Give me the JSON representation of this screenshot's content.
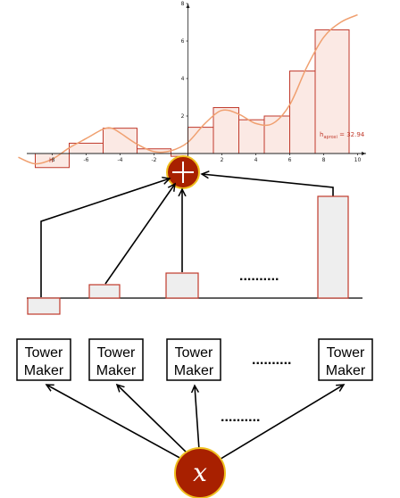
{
  "chart_data": {
    "type": "bar",
    "bar_edges": [
      -9,
      -8,
      -7,
      -6,
      -5,
      -4,
      -3,
      -2,
      -1,
      0,
      1,
      2,
      3,
      4,
      5,
      6,
      7,
      8,
      9,
      10
    ],
    "histogram": [
      {
        "x0": -9,
        "x1": -7,
        "y": -0.75
      },
      {
        "x0": -7,
        "x1": -5,
        "y": 0.55
      },
      {
        "x0": -5,
        "x1": -3,
        "y": 1.35
      },
      {
        "x0": -3,
        "x1": -1,
        "y": 0.25
      },
      {
        "x0": -1,
        "x1": 0,
        "y": -0.15
      },
      {
        "x0": 0,
        "x1": 1.5,
        "y": 1.4
      },
      {
        "x0": 1.5,
        "x1": 3,
        "y": 2.45
      },
      {
        "x0": 3,
        "x1": 4.5,
        "y": 1.8
      },
      {
        "x0": 4.5,
        "x1": 6,
        "y": 2.0
      },
      {
        "x0": 6,
        "x1": 7.5,
        "y": 4.4
      },
      {
        "x0": 7.5,
        "x1": 9.5,
        "y": 6.6
      }
    ],
    "curve": [
      {
        "x": -10,
        "y": -0.2
      },
      {
        "x": -9,
        "y": -0.55
      },
      {
        "x": -8,
        "y": -0.3
      },
      {
        "x": -7,
        "y": 0.3
      },
      {
        "x": -6,
        "y": 0.8
      },
      {
        "x": -5,
        "y": 1.3
      },
      {
        "x": -4.5,
        "y": 1.35
      },
      {
        "x": -4,
        "y": 1.1
      },
      {
        "x": -3,
        "y": 0.5
      },
      {
        "x": -2,
        "y": 0.1
      },
      {
        "x": -1,
        "y": 0.15
      },
      {
        "x": 0,
        "y": 0.6
      },
      {
        "x": 1,
        "y": 1.6
      },
      {
        "x": 2,
        "y": 2.3
      },
      {
        "x": 3,
        "y": 2.1
      },
      {
        "x": 4,
        "y": 1.6
      },
      {
        "x": 5,
        "y": 1.6
      },
      {
        "x": 6,
        "y": 2.6
      },
      {
        "x": 7,
        "y": 4.6
      },
      {
        "x": 8,
        "y": 6.2
      },
      {
        "x": 9,
        "y": 7.0
      },
      {
        "x": 10,
        "y": 7.4
      }
    ],
    "xlim": [
      -9.5,
      10.5
    ],
    "ylim": [
      -1,
      8
    ],
    "x_ticks": [
      -8,
      -6,
      -4,
      -2,
      0,
      2,
      4,
      6,
      8,
      10
    ],
    "x_tick_labels": [
      "-8",
      "-6",
      "-4",
      "-2",
      "0",
      "2",
      "4",
      "6",
      "8",
      "10"
    ],
    "y_ticks": [
      2,
      4,
      6,
      8
    ],
    "y_tick_labels": [
      "2",
      "4",
      "6",
      "8"
    ],
    "h_label": "h",
    "approx_label_main": "h",
    "approx_label_sub": "aproxi",
    "approx_value": " = 32.94",
    "colors": {
      "bar_fill": "#fbe9e4",
      "bar_stroke": "#c0392b",
      "curve": "#f0a070",
      "axis": "#222222"
    }
  },
  "combine_node": {
    "symbol": "+",
    "fill": "#a82000",
    "stroke": "#f0c020"
  },
  "input_node": {
    "symbol": "x",
    "fill": "#a82000",
    "stroke": "#f0c020"
  },
  "towers": [
    {
      "label_top": "Tower",
      "label_bottom": "Maker"
    },
    {
      "label_top": "Tower",
      "label_bottom": "Maker"
    },
    {
      "label_top": "Tower",
      "label_bottom": "Maker"
    },
    {
      "label_top": "Tower",
      "label_bottom": "Maker"
    }
  ],
  "ellipsis_towers": "..........",
  "ellipsis_bars": "..........",
  "ellipsis_arrows": "..........",
  "bar_colors": {
    "fill": "#eeeeee",
    "stroke": "#c0392b"
  }
}
